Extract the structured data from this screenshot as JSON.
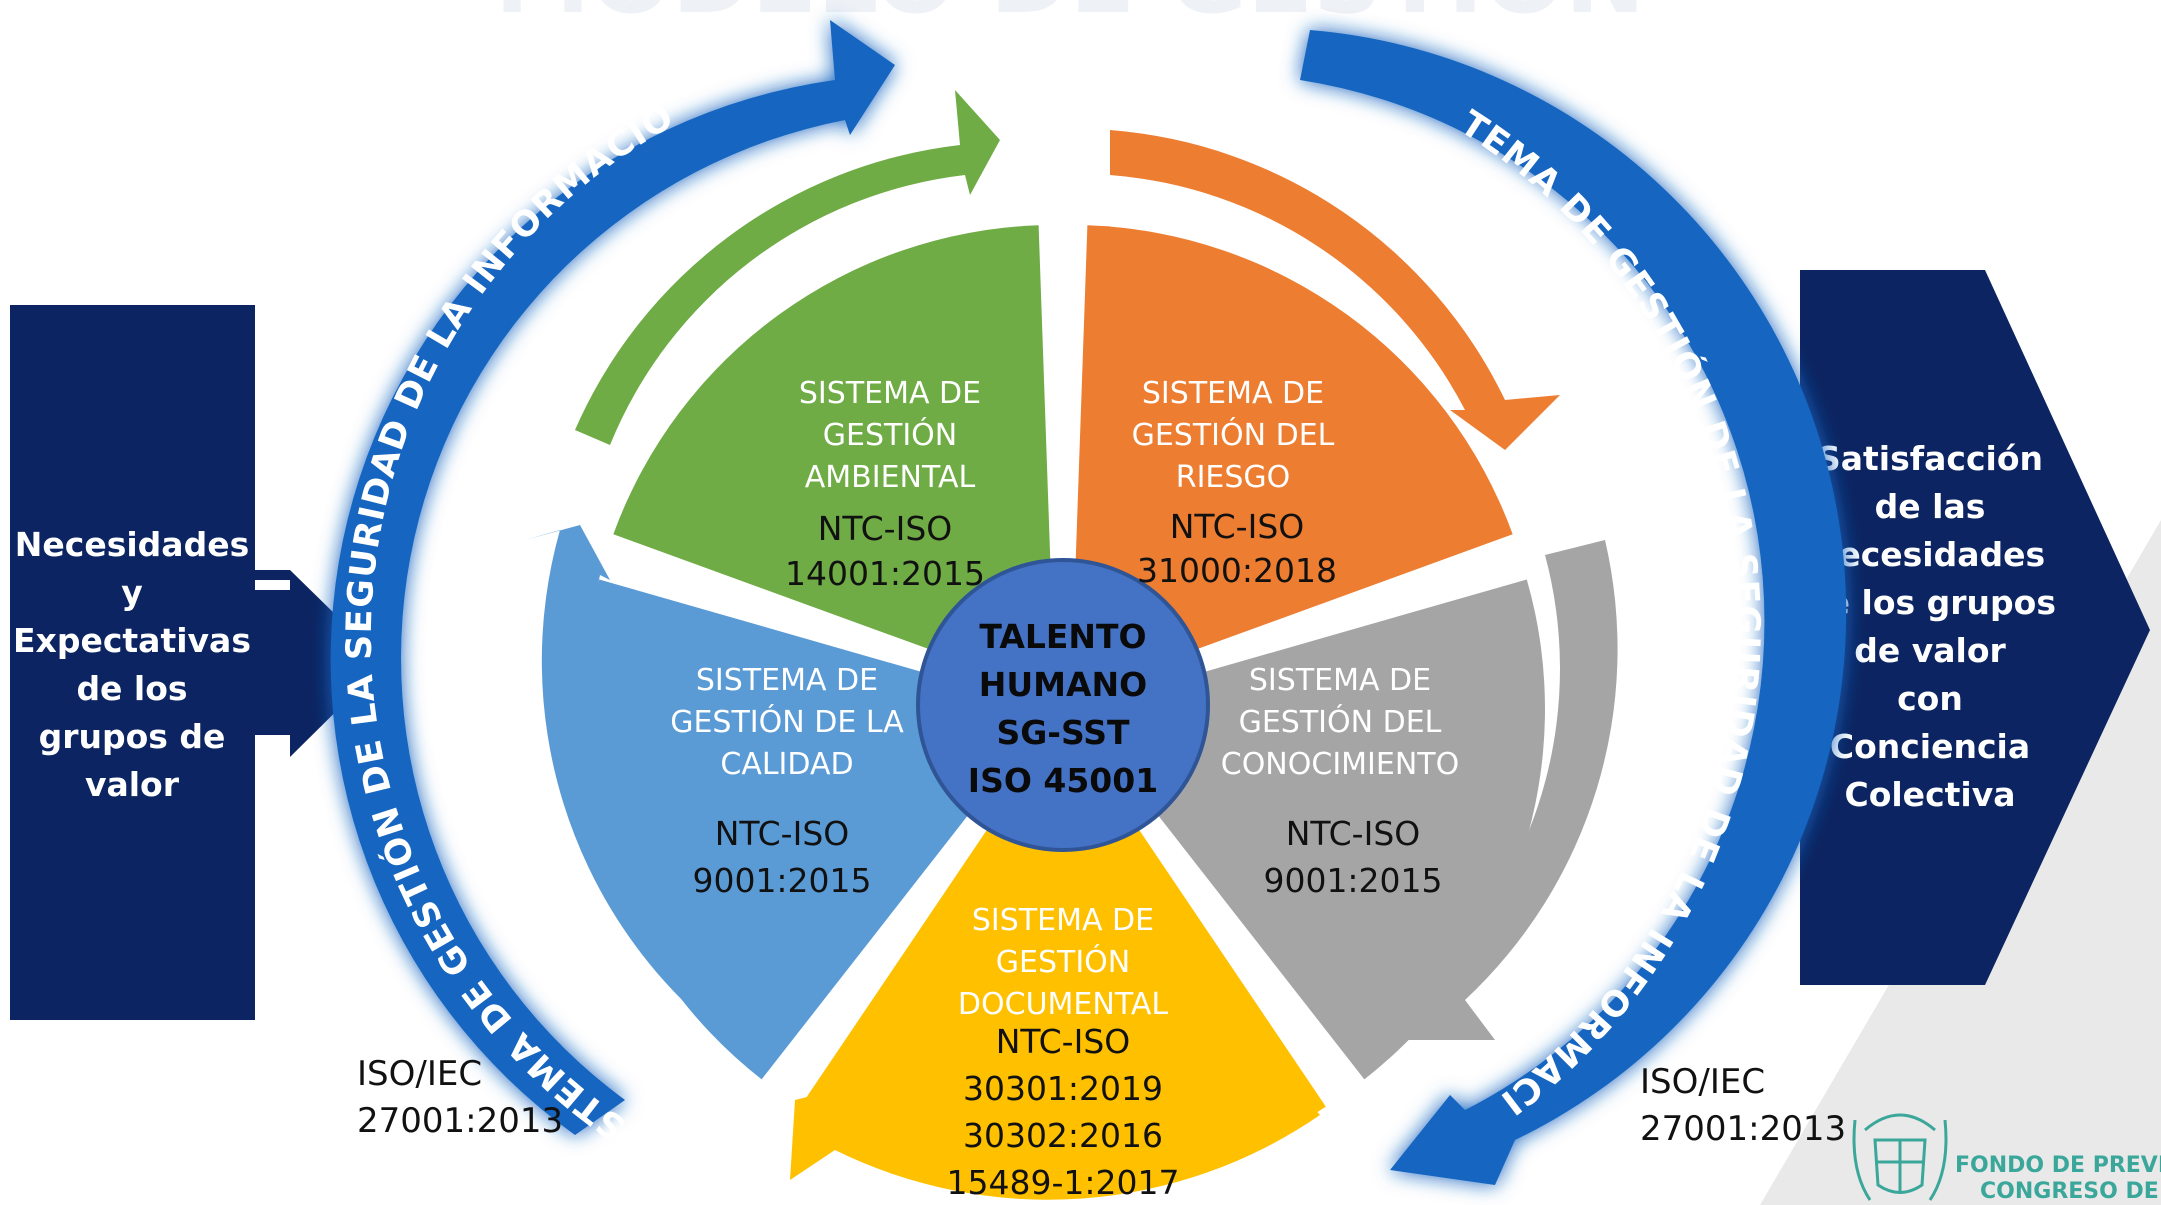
{
  "title": "MODELO DE GESTIÓN",
  "left_box": {
    "lines": [
      "Necesidades",
      "y",
      "Expectativas",
      "de los",
      "grupos de",
      "valor"
    ]
  },
  "right_box": {
    "lines": [
      "Satisfacción",
      "de las",
      "necesidades",
      "de los grupos",
      "de valor",
      "con",
      "Conciencia",
      "Colectiva"
    ]
  },
  "outer_arc_label": "SISTEMA DE GESTIÓN DE LA SEGURIDAD DE LA INFORMACIÓN",
  "iso_left": [
    "ISO/IEC",
    "27001:2013"
  ],
  "iso_right": [
    "ISO/IEC",
    "27001:2013"
  ],
  "center": {
    "lines": [
      "TALENTO",
      "HUMANO",
      "SG-SST",
      "ISO 45001"
    ]
  },
  "sectors": {
    "ambiental": {
      "name": [
        "SISTEMA DE",
        "GESTIÓN",
        "AMBIENTAL"
      ],
      "std": [
        "NTC-ISO",
        "14001:2015"
      ],
      "color": "#6fac46"
    },
    "riesgo": {
      "name": [
        "SISTEMA DE",
        "GESTIÓN DEL",
        "RIESGO"
      ],
      "std": [
        "NTC-ISO",
        "31000:2018"
      ],
      "color": "#ed7d31"
    },
    "conocimiento": {
      "name": [
        "SISTEMA DE",
        "GESTIÓN DEL",
        "CONOCIMIENTO"
      ],
      "std": [
        "NTC-ISO",
        "9001:2015"
      ],
      "color": "#a5a5a5"
    },
    "documental": {
      "name": [
        "SISTEMA DE",
        "GESTIÓN",
        "DOCUMENTAL"
      ],
      "std": [
        "NTC-ISO",
        "30301:2019",
        "30302:2016",
        "15489-1:2017"
      ],
      "color": "#ffc000"
    },
    "calidad": {
      "name": [
        "SISTEMA DE",
        "GESTIÓN DE LA",
        "CALIDAD"
      ],
      "std": [
        "NTC-ISO",
        "9001:2015"
      ],
      "color": "#5b9bd5"
    }
  },
  "logo": {
    "lines": [
      "FONDO DE PREVISIÓN",
      "CONGRESO DE LA R"
    ]
  },
  "colors": {
    "navy": "#0c2461",
    "outer_arc": "#1565c0",
    "center_fill": "#4472c4"
  }
}
